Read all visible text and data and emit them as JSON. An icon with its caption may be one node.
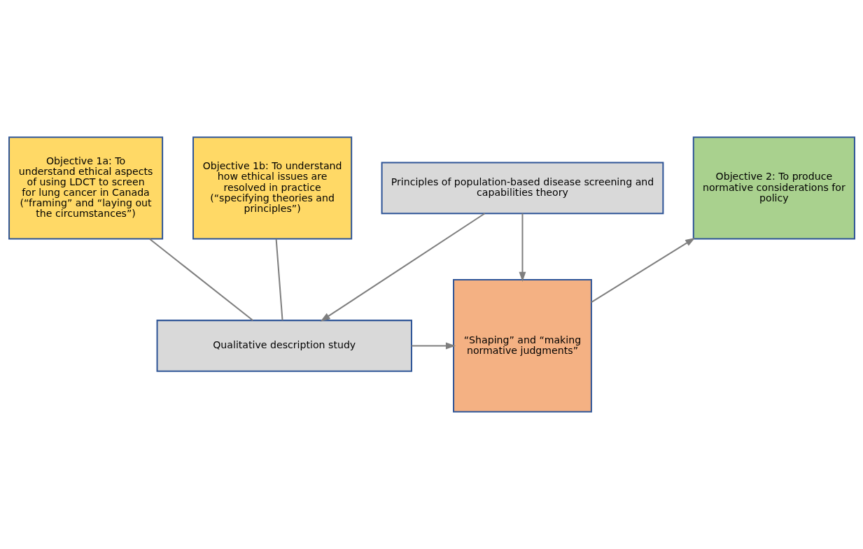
{
  "diagram": {
    "nodes": [
      {
        "text": [
          "Objective 1a: To understand ethical aspects of using LDCT to screen for lung cancer in Canada (“framing” and “laying out the circumstances”)"
        ]
      },
      {
        "text": [
          "Objective 1b: To understand how ethical issues are resolved in practice (“specifying theories and principles”)"
        ]
      },
      {
        "text": [
          "Objective 2: To produce normative considerations for policy"
        ]
      },
      {
        "text": [
          "Qualitative description study"
        ]
      },
      {
        "text": [
          "“Shaping” and “making normative judgments”"
        ]
      },
      {
        "text": [
          "Principles of population-based disease screening and capabilities theory"
        ]
      }
    ],
    "edges": [
      {
        "from": 0,
        "to": 3,
        "arrow": "none"
      },
      {
        "from": 1,
        "to": 3,
        "arrow": "none"
      },
      {
        "from": 5,
        "to": 3,
        "arrow": "to"
      },
      {
        "from": 3,
        "to": 4,
        "arrow": "to"
      },
      {
        "from": 5,
        "to": 4,
        "arrow": "to"
      },
      {
        "from": 4,
        "to": 2,
        "arrow": "to"
      }
    ]
  }
}
